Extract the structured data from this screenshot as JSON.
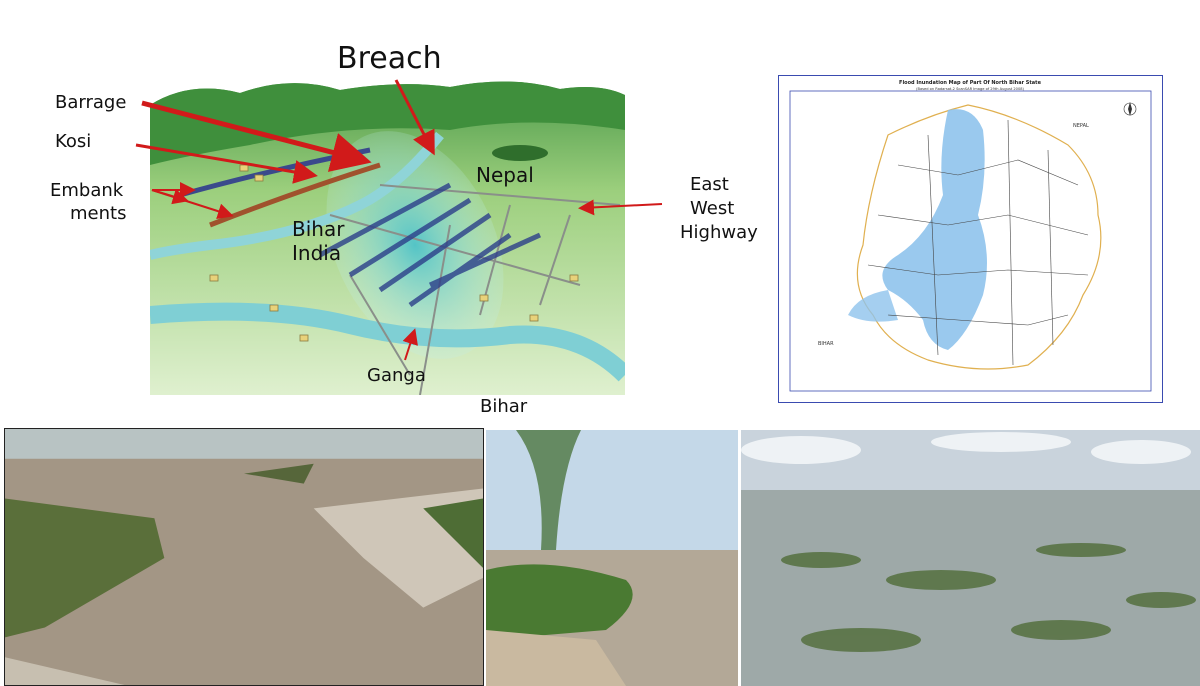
{
  "illustration": {
    "labels": {
      "breach": "Breach",
      "barrage": "Barrage",
      "kosi": "Kosi",
      "embankments_line1": "Embank",
      "embankments_line2": "ments",
      "nepal": "Nepal",
      "bihar_line1": "Bihar",
      "bihar_line2": "India",
      "east_west_line1": "East",
      "east_west_line2": "West",
      "east_west_line3": "Highway",
      "ganga": "Ganga"
    },
    "caption": "Bihar"
  },
  "inundation_map": {
    "title": "Flood Inundation Map of Part Of North Bihar State",
    "subtitle": "(Based on Radarsat-2 ScanSAR Image of 29th August 2008)",
    "region_labels": {
      "nepal": "NEPAL",
      "bihar": "BIHAR"
    }
  },
  "colors": {
    "annotation_arrow": "#d11a1a",
    "flood_water": "#8fc3ec",
    "river_teal": "#6fc7cf",
    "map_border": "#e0b050"
  }
}
